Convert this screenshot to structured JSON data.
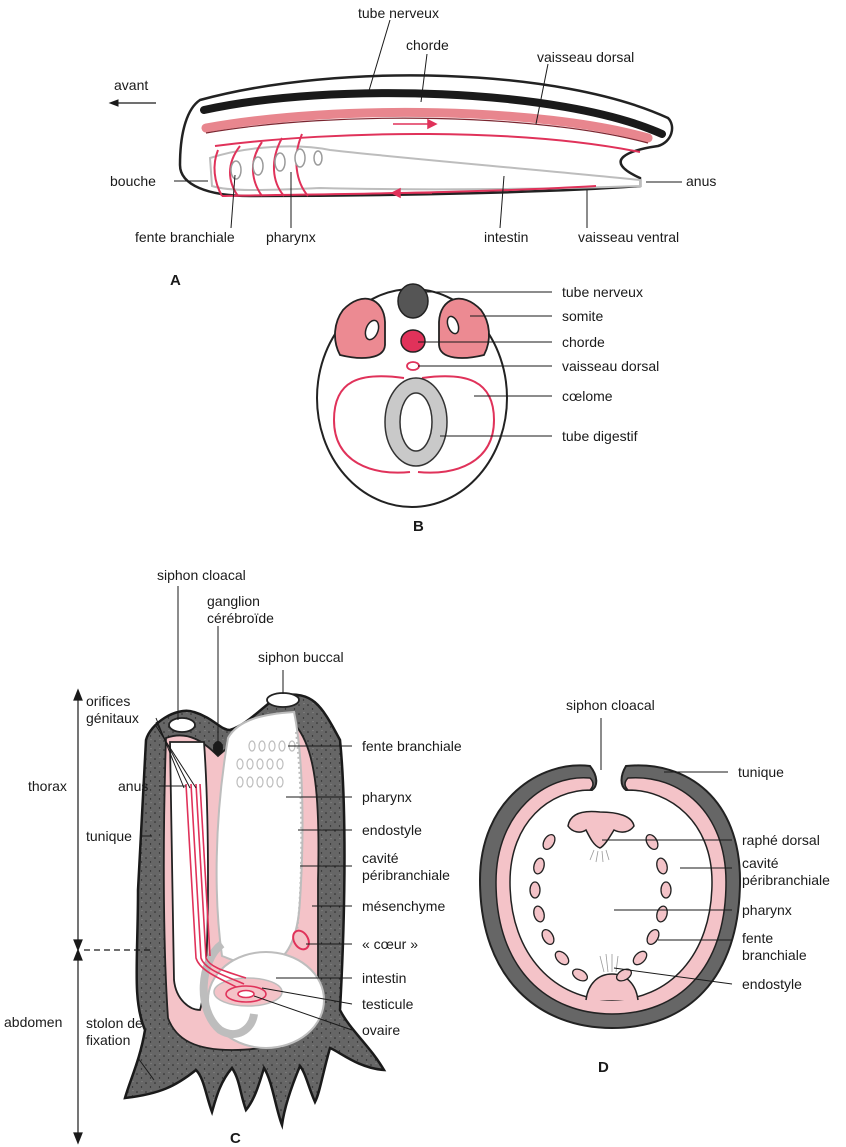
{
  "colors": {
    "red": "#e0325a",
    "pink": "#f3bcc1",
    "rose": "#ec8a92",
    "grey": "#6e6e6e",
    "lightgrey": "#cfcfcf",
    "dark": "#333333"
  },
  "panels": {
    "A": "A",
    "B": "B",
    "C": "C",
    "D": "D"
  },
  "labels_a": {
    "tube_nerveux": "tube nerveux",
    "chorde": "chorde",
    "vaisseau_dorsal": "vaisseau dorsal",
    "avant": "avant",
    "bouche": "bouche",
    "anus": "anus",
    "fente_branchiale": "fente branchiale",
    "pharynx": "pharynx",
    "intestin": "intestin",
    "vaisseau_ventral": "vaisseau ventral"
  },
  "labels_b": {
    "tube_nerveux": "tube nerveux",
    "somite": "somite",
    "chorde": "chorde",
    "vaisseau_dorsal": "vaisseau dorsal",
    "coelome": "cœlome",
    "tube_digestif": "tube digestif"
  },
  "labels_c": {
    "siphon_cloacal": "siphon cloacal",
    "ganglion_1": "ganglion",
    "ganglion_2": "cérébroïde",
    "siphon_buccal": "siphon  buccal",
    "orifices_1": "orifices",
    "orifices_2": "génitaux",
    "thorax": "thorax",
    "anus": "anus",
    "tunique": "tunique",
    "fente_branchiale": "fente branchiale",
    "pharynx": "pharynx",
    "endostyle": "endostyle",
    "cavite_1": "cavité",
    "cavite_2": "péribranchiale",
    "mesenchyme": "mésenchyme",
    "coeur": "« cœur »",
    "intestin": "intestin",
    "testicule": "testicule",
    "ovaire": "ovaire",
    "abdomen": "abdomen",
    "stolon_1": "stolon de",
    "stolon_2": "fixation"
  },
  "labels_d": {
    "siphon_cloacal": "siphon cloacal",
    "tunique": "tunique",
    "raphe_dorsal": "raphé dorsal",
    "cavite_1": "cavité",
    "cavite_2": "péribranchiale",
    "pharynx": "pharynx",
    "fente_1": "fente",
    "fente_2": "branchiale",
    "endostyle": "endostyle"
  }
}
